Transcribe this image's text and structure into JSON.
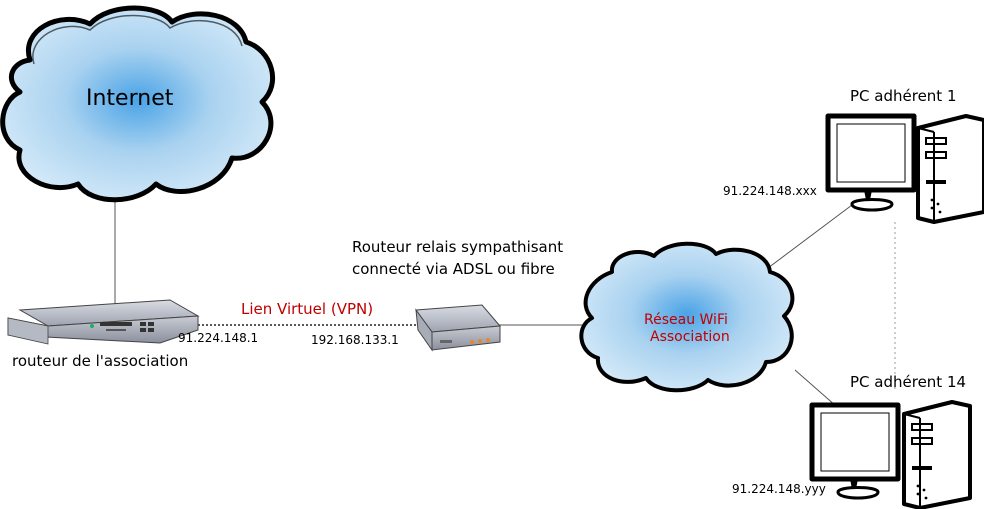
{
  "internet": {
    "label": "Internet"
  },
  "association_router": {
    "label": "routeur de l'association",
    "ip": "91.224.148.1"
  },
  "vpn_link": {
    "label": "Lien Virtuel (VPN)"
  },
  "relay_router": {
    "label_line1": "Routeur relais sympathisant",
    "label_line2": "connecté via ADSL ou fibre",
    "ip": "192.168.133.1"
  },
  "wifi": {
    "label_line1": "Réseau WiFi",
    "label_line2": "Association"
  },
  "pc1": {
    "label": "PC adhérent 1",
    "ip": "91.224.148.xxx"
  },
  "pc14": {
    "label": "PC adhérent 14",
    "ip": "91.224.148.yyy"
  },
  "colors": {
    "cloud_fill": "#bcdcf2",
    "cloud_center": "#4aa3e6",
    "accent_red": "#c00000"
  }
}
